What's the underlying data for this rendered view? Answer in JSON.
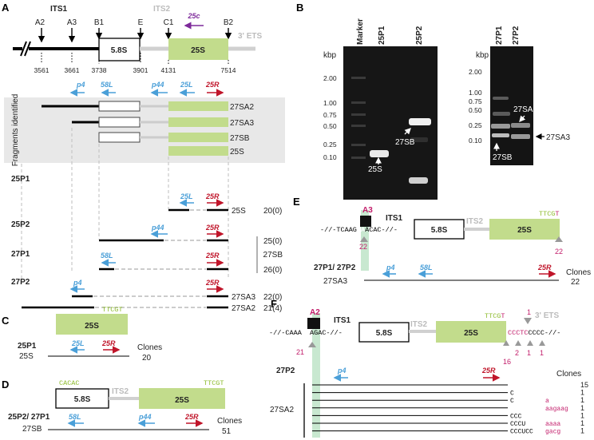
{
  "colors": {
    "primer_forward": "#c0152a",
    "primer_reverse": "#4a9fd8",
    "rrna_25s": "#c2dc8c",
    "highlight": "#c8e8d0",
    "seq_green": "#8dbb2c",
    "seq_magenta": "#c21d6a",
    "purple": "#7d2a9a",
    "gel_bg": "#141414",
    "grey_text": "#bcbcbc"
  },
  "panelA": {
    "label": "A",
    "its1": "ITS1",
    "its2": "ITS2",
    "ets3": "3' ETS",
    "sites": [
      "A2",
      "A3",
      "B1",
      "E",
      "C1",
      "B2"
    ],
    "primer_25c": "25c",
    "box_58s": "5.8S",
    "box_25s": "25S",
    "positions": [
      "3561",
      "3661",
      "3738",
      "3901",
      "4131",
      "7514"
    ],
    "primers": {
      "p4": "p4",
      "l58": "58L",
      "p44": "p44",
      "l25": "25L",
      "r25": "25R"
    },
    "fragments_label": "Fragments identified",
    "fragments": [
      "27SA2",
      "27SA3",
      "27SB",
      "25S"
    ],
    "rows": [
      {
        "name": "25P1",
        "product": "25S",
        "count": "20(0)"
      },
      {
        "name": "25P2",
        "product": "",
        "count": "25(0)"
      },
      {
        "name": "27P1",
        "product": "",
        "count": "26(0)"
      },
      {
        "name": "27P2",
        "product": "27SA3",
        "count": "22(0)"
      },
      {
        "name": "",
        "product": "27SA2",
        "count": "21(4)"
      }
    ],
    "group_27sb": "27SB"
  },
  "panelB": {
    "label": "B",
    "gel1": {
      "lanes": [
        "Marker",
        "25P1",
        "25P2"
      ],
      "kbp": "kbp",
      "ticks": [
        "2.00",
        "1.00",
        "0.75",
        "0.50",
        "0.25",
        "0.10"
      ],
      "annot": [
        "27SB",
        "25S"
      ]
    },
    "gel2": {
      "lanes": [
        "27P1",
        "27P2"
      ],
      "kbp": "kbp",
      "ticks": [
        "2.00",
        "1.00",
        "0.75",
        "0.50",
        "0.25",
        "0.10"
      ],
      "annot": [
        "27SA2",
        "27SA3",
        "27SB"
      ]
    }
  },
  "panelC": {
    "label": "C",
    "seq": "TTCGT",
    "box": "25S",
    "row": "25P1",
    "sub": "25S",
    "clones_label": "Clones",
    "clones": "20",
    "p1": "25L",
    "p2": "25R"
  },
  "panelD": {
    "label": "D",
    "seq1": "CACAC",
    "seq2": "TTCGT",
    "box1": "5.8S",
    "its2": "ITS2",
    "box2": "25S",
    "row": "25P2/ 27P1",
    "sub": "27SB",
    "p1": "58L",
    "p2": "p44",
    "p3": "25R",
    "clones_label": "Clones",
    "clones": "51"
  },
  "panelE": {
    "label": "E",
    "site": "A3",
    "seq_pre": "-//-TCAAG",
    "seq_hl": "GA",
    "seq_post": "ACAC-//-",
    "its1": "ITS1",
    "box1": "5.8S",
    "its2": "ITS2",
    "box2": "25S",
    "seq_right_green": "TTCG",
    "seq_right_mag": "T",
    "n_left": "22",
    "n_right": "22",
    "row": "27P1/ 27P2",
    "sub": "27SA3",
    "p1": "p4",
    "p2": "58L",
    "p3": "25R",
    "clones_label": "Clones",
    "clones": "22"
  },
  "panelF": {
    "label": "F",
    "site": "A2",
    "seq_pre": "-//-CAAA",
    "seq_hl": "AC",
    "seq_post": "AGAC-//-",
    "its1": "ITS1",
    "box1": "5.8S",
    "its2": "ITS2",
    "box2": "25S",
    "ets": "3' ETS",
    "seq_green": "TTCG",
    "seq_mag": "T",
    "seq_tail_mag": "CCCTC",
    "seq_tail": "CCCC-//-",
    "n_left": "21",
    "n_arrows": [
      "16",
      "2",
      "1",
      "1"
    ],
    "n_top": "1",
    "row": "27P2",
    "sub": "27SA2",
    "p1": "p4",
    "p2": "25R",
    "clones_label": "Clones",
    "clone_rows": [
      {
        "seq": "",
        "tail": "",
        "n": "15"
      },
      {
        "seq": "C",
        "tail": "",
        "n": "1"
      },
      {
        "seq": "C",
        "tail": "a",
        "n": "1"
      },
      {
        "seq": "",
        "tail": "aagaag",
        "n": "1"
      },
      {
        "seq": "CCC",
        "tail": "",
        "n": "1"
      },
      {
        "seq": "CCCU",
        "tail": "aaaa",
        "n": "1"
      },
      {
        "seq": "CCCUCC",
        "tail": "gacg",
        "n": "1"
      }
    ]
  }
}
